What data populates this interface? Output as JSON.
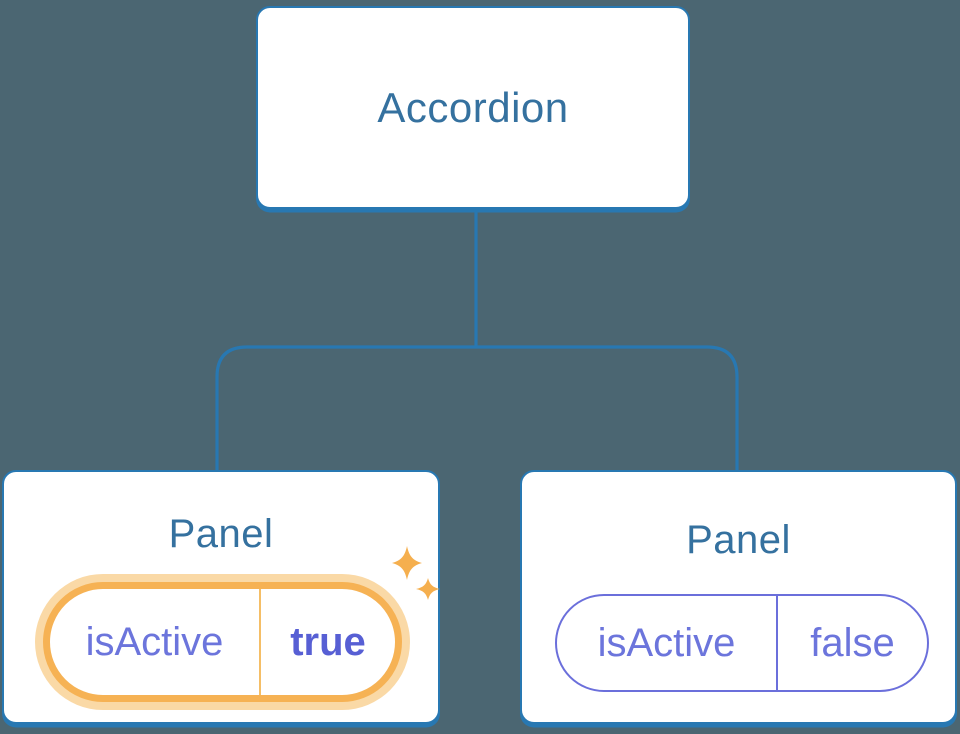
{
  "colors": {
    "background": "#4B6672",
    "connector": "#2878B2",
    "node_fill": "#FFFFFF",
    "node_border": "#2878B2",
    "node_text": "#35719F",
    "state_text": "#6C75DC",
    "state_value_active_text": "#575FD4",
    "inactive_pill_border": "#6B6FDB",
    "active_pill_border": "#F6B254",
    "active_pill_glow": "#FAD9A6",
    "active_pill_divider": "#F5BE66",
    "sparkle": "#F5AF4E"
  },
  "tree": {
    "root": {
      "label": "Accordion"
    },
    "children": [
      {
        "title": "Panel",
        "state_name": "isActive",
        "state_value": "true",
        "active": true
      },
      {
        "title": "Panel",
        "state_name": "isActive",
        "state_value": "false",
        "active": false
      }
    ]
  }
}
